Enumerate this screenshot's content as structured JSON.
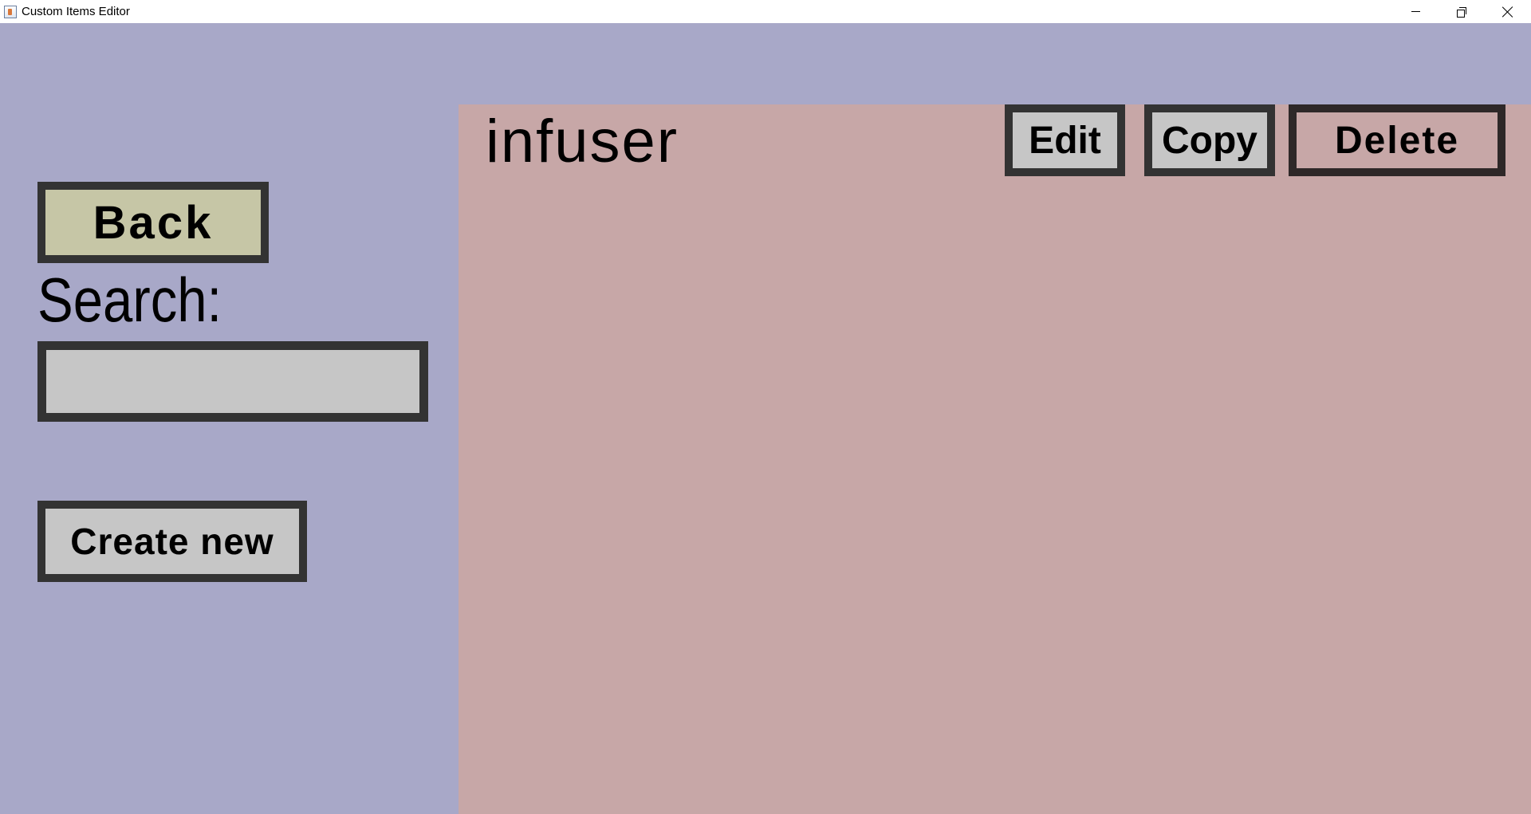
{
  "window": {
    "title": "Custom Items Editor"
  },
  "left_panel": {
    "back_label": "Back",
    "search_label": "Search:",
    "search_value": "",
    "create_label": "Create new"
  },
  "items": [
    {
      "name": "infuser",
      "edit_label": "Edit",
      "copy_label": "Copy",
      "delete_label": "Delete"
    }
  ],
  "colors": {
    "background": "#a8a8c8",
    "item_panel": "#c7a7a7",
    "button": "#c6c6c6",
    "back_button": "#c6c6a6",
    "border": "#333333"
  }
}
